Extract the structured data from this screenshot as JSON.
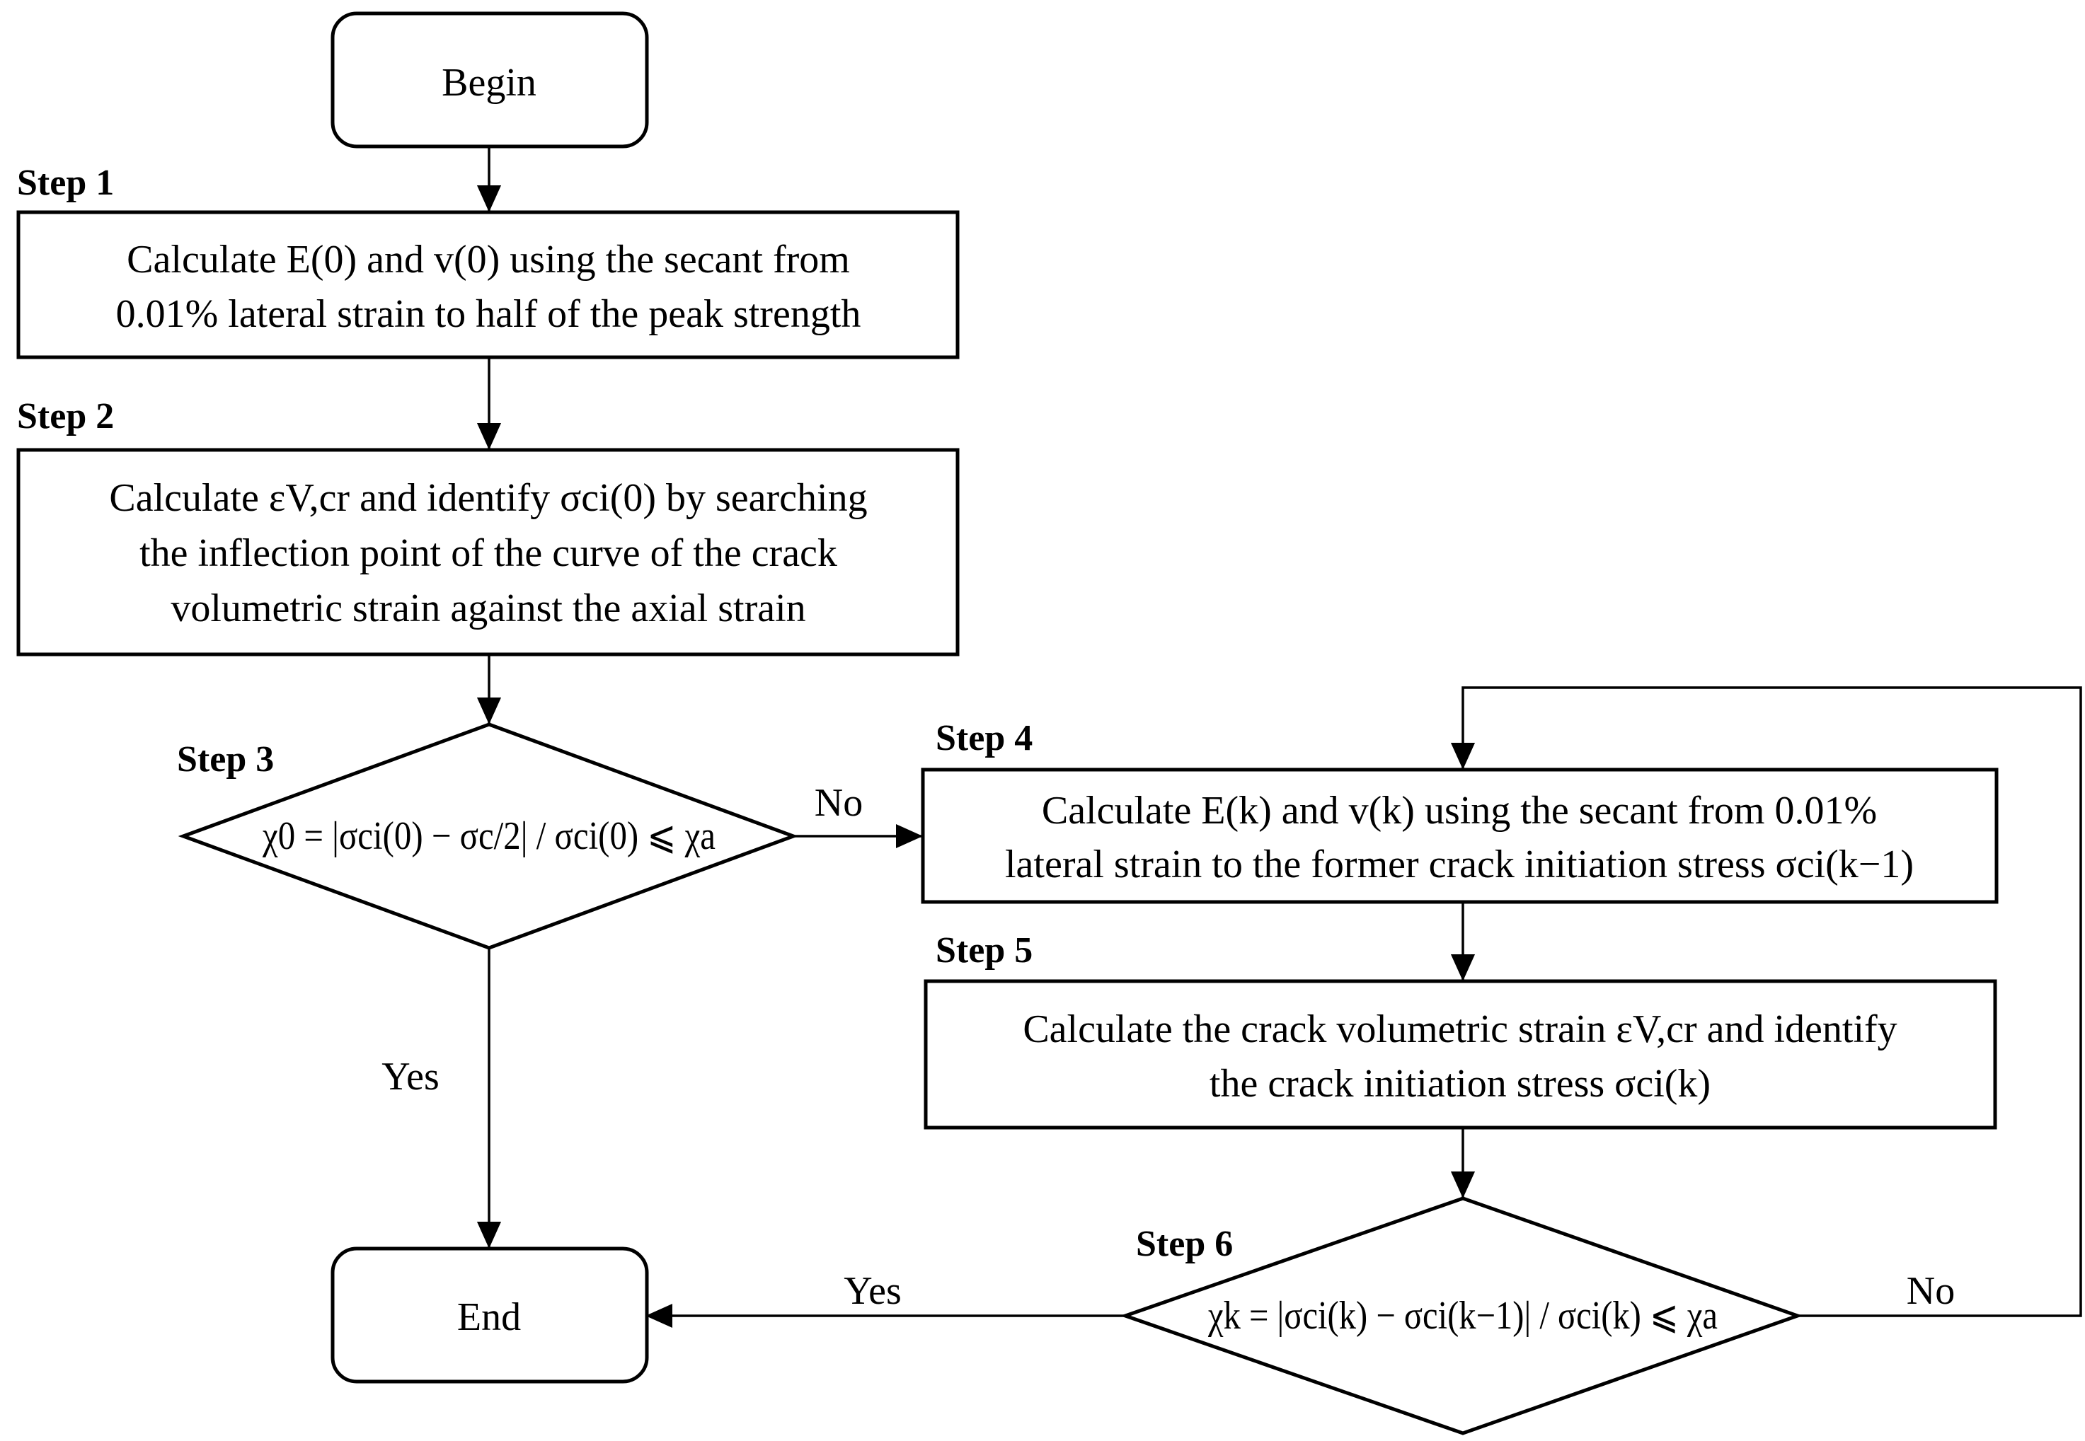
{
  "nodes": {
    "begin": "Begin",
    "end": "End",
    "step1": {
      "label": "Step 1",
      "line1": "Calculate E(0) and v(0) using the secant from",
      "line2": "0.01% lateral strain to half of the peak strength"
    },
    "step2": {
      "label": "Step 2",
      "line1": "Calculate εV,cr and identify σci(0) by searching",
      "line2": "the inflection point of the curve of the crack",
      "line3": "volumetric strain against the axial strain"
    },
    "step3": {
      "label": "Step 3",
      "formula": "χ0 = |σci(0) − σc/2| / σci(0) ⩽ χa"
    },
    "step4": {
      "label": "Step 4",
      "line1": "Calculate E(k) and v(k) using the secant from 0.01%",
      "line2": "lateral strain to the former crack initiation stress σci(k−1)"
    },
    "step5": {
      "label": "Step 5",
      "line1": "Calculate the crack volumetric strain εV,cr and identify",
      "line2": "the crack initiation stress σci(k)"
    },
    "step6": {
      "label": "Step 6",
      "formula": "χk = |σci(k) − σci(k−1)| / σci(k) ⩽ χa"
    }
  },
  "edges": {
    "step3_no": "No",
    "step3_yes": "Yes",
    "step6_yes": "Yes",
    "step6_no": "No"
  }
}
